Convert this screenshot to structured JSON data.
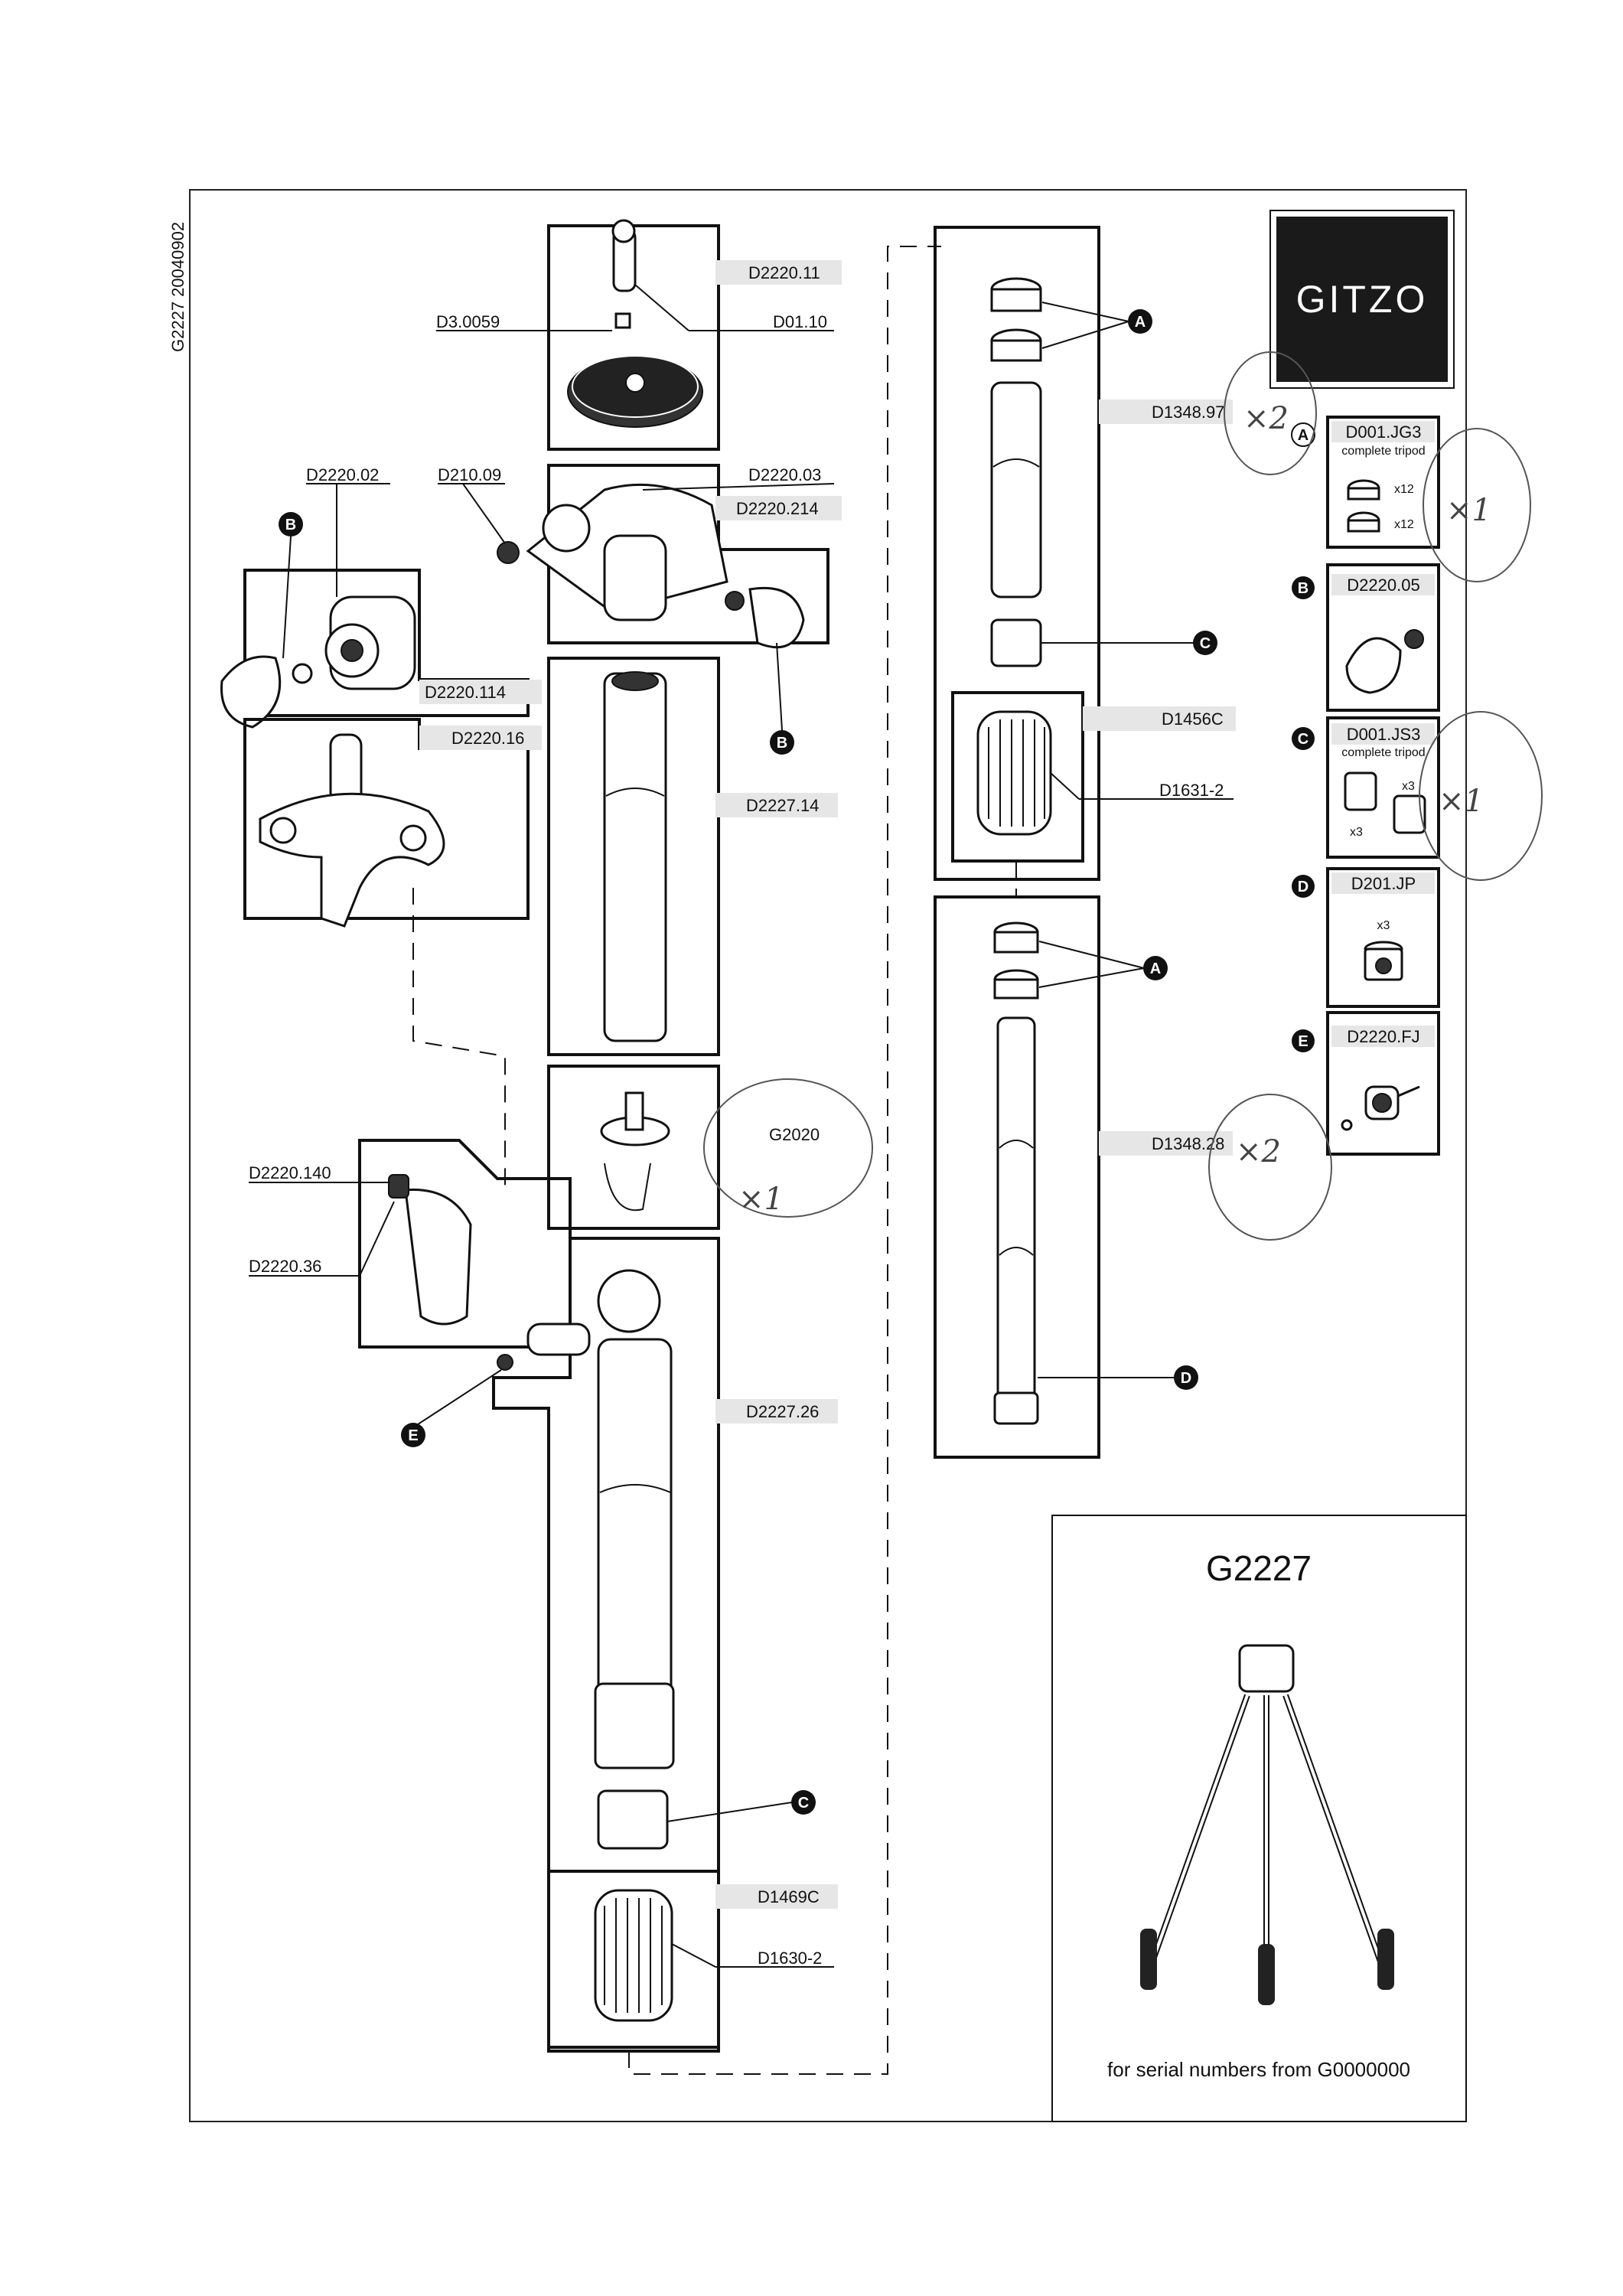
{
  "doc": {
    "side_code": "G2227 20040902",
    "brand": "GITZO",
    "model": "G2227",
    "serial_note": "for serial numbers from G0000000"
  },
  "labels": {
    "head_pin": "D2220.11",
    "screw_small": "D3.0059",
    "pin_small": "D01.10",
    "knob_housing": "D2220.02",
    "axle": "D210.09",
    "head_body": "D2220.03",
    "head_block": "D2220.214",
    "knob_part": "D2220.114",
    "spider": "D2220.16",
    "upper_column": "D2227.14",
    "hook_kit": "G2020",
    "lever": "D2220.140",
    "lever_body": "D2220.36",
    "lower_column": "D2227.26",
    "foot_lock": "D1469C",
    "foot_grip": "D1630-2",
    "leg_upper": "D1348.97",
    "leg_lock": "D1456C",
    "leg_grip": "D1631-2",
    "leg_lower": "D1348.28"
  },
  "markers": [
    "A",
    "B",
    "C",
    "D",
    "E"
  ],
  "kits": [
    {
      "marker": "A",
      "code": "D001.JG3",
      "note": "complete tripod",
      "qty1": "x12",
      "qty2": "x12"
    },
    {
      "marker": "B",
      "code": "D2220.05",
      "note": "",
      "qty1": "",
      "qty2": ""
    },
    {
      "marker": "C",
      "code": "D001.JS3",
      "note": "complete tripod",
      "qty1": "x3",
      "qty2": "x3"
    },
    {
      "marker": "D",
      "code": "D201.JP",
      "note": "",
      "qty1": "x3",
      "qty2": ""
    },
    {
      "marker": "E",
      "code": "D2220.FJ",
      "note": "",
      "qty1": "",
      "qty2": ""
    }
  ],
  "handwriting": {
    "leg_upper_note": "×2",
    "kit_a_note": "×1",
    "kit_c_note": "×1",
    "hook_note": "×1",
    "leg_lower_note": "×2"
  }
}
